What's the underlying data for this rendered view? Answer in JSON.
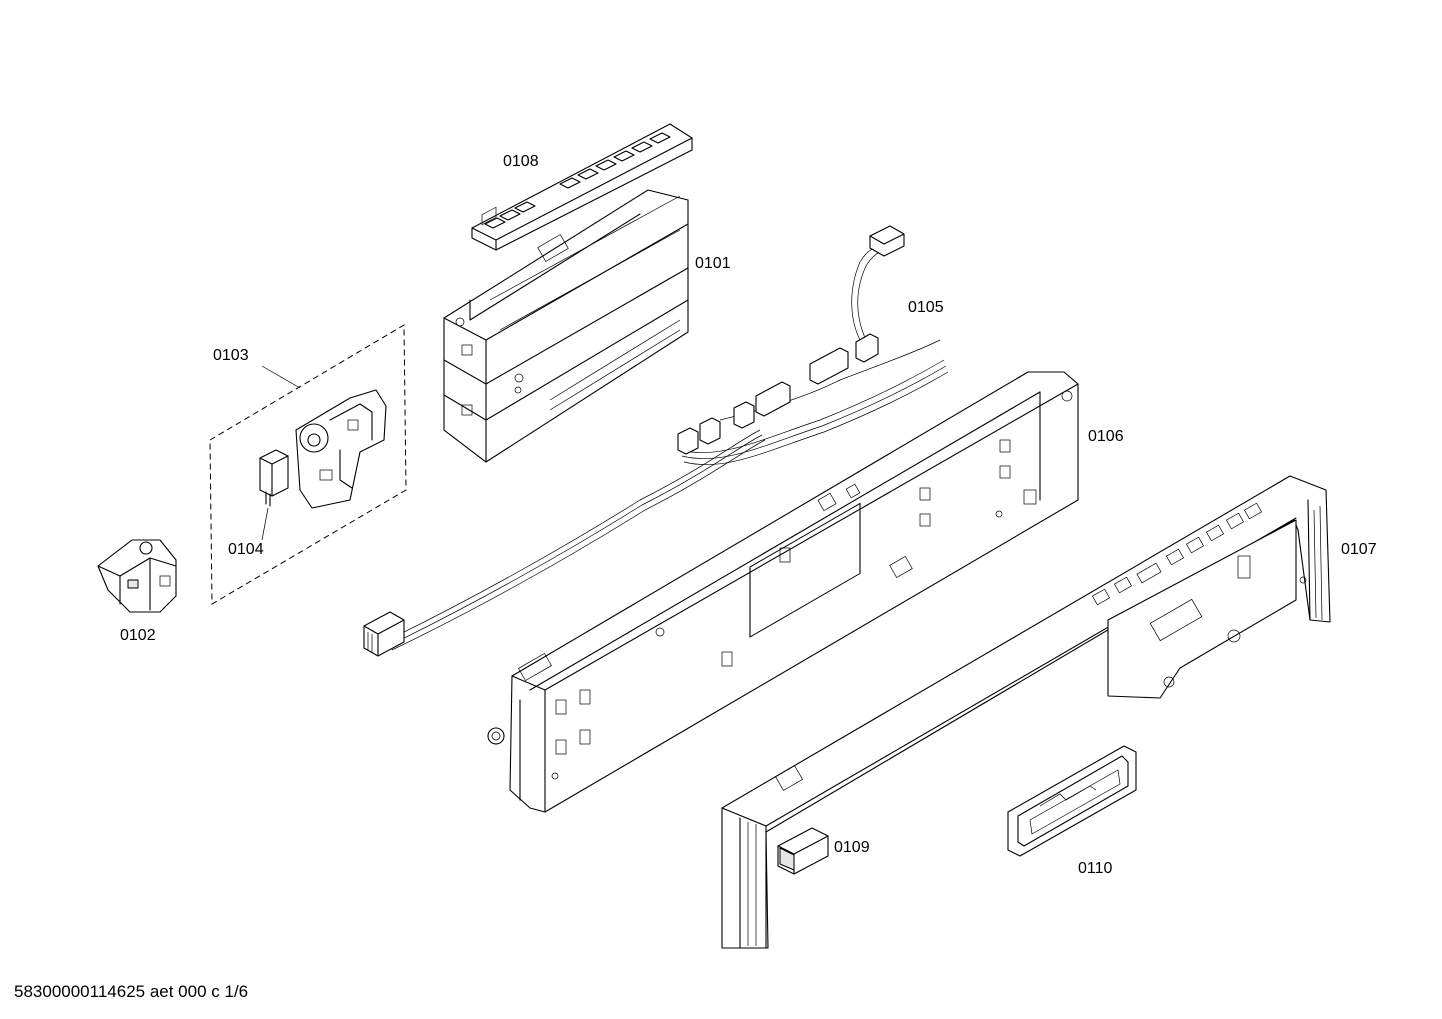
{
  "parts": [
    {
      "id": "0101",
      "label": "0101"
    },
    {
      "id": "0102",
      "label": "0102"
    },
    {
      "id": "0103",
      "label": "0103"
    },
    {
      "id": "0104",
      "label": "0104"
    },
    {
      "id": "0105",
      "label": "0105"
    },
    {
      "id": "0106",
      "label": "0106"
    },
    {
      "id": "0107",
      "label": "0107"
    },
    {
      "id": "0108",
      "label": "0108"
    },
    {
      "id": "0109",
      "label": "0109"
    },
    {
      "id": "0110",
      "label": "0110"
    }
  ],
  "footer": {
    "code": "58300000114625 aet 000 c 1/6"
  }
}
